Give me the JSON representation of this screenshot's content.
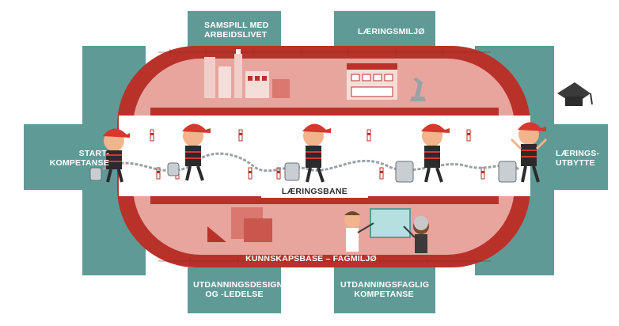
{
  "labels": {
    "top_left_line1": "SAMSPILL MED",
    "top_left_line2": "ARBEIDSLIVET",
    "top_right": "LÆRINGSMILJØ",
    "left_line1": "START-",
    "left_line2": "KOMPETANSE",
    "right_line1": "LÆRINGS-",
    "right_line2": "UTBYTTE",
    "bottom_left_line1": "UTDANNINGSDESIGN",
    "bottom_left_line2": "OG -LEDELSE",
    "bottom_right_line1": "UTDANNINGSFAGLIG",
    "bottom_right_line2": "KOMPETANSE",
    "track": "LÆRINGSBANE",
    "base": "KUNNSKAPSBASE – FAGMILJØ"
  },
  "colors": {
    "teal": "#5f9a96",
    "teal_dark": "#4e8783",
    "brick": "#b8322a",
    "brick_light": "#e7a59e",
    "track_bg": "#ffffff",
    "skin": "#f2b48c",
    "cap": "#d7372c"
  }
}
